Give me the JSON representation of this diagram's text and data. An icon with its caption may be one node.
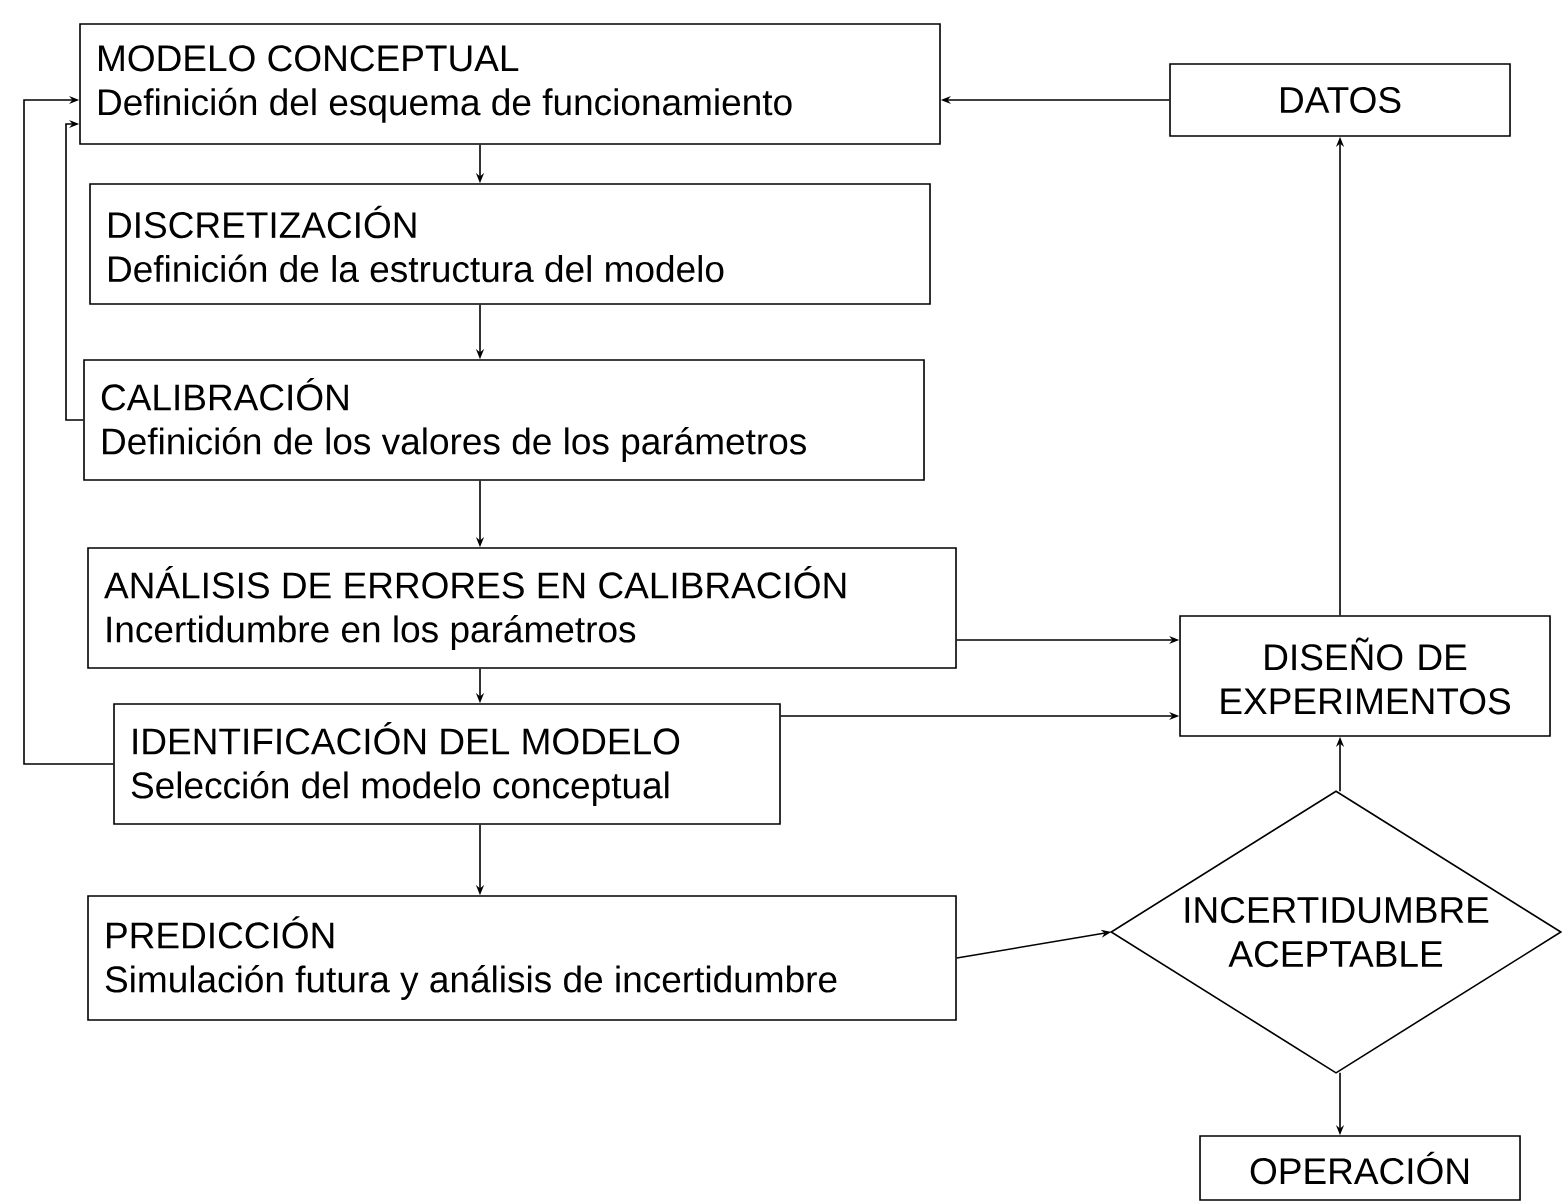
{
  "diagram": {
    "nodes": [
      {
        "text": [
          "MODELO CONCEPTUAL",
          "Definición del esquema de funcionamiento"
        ]
      },
      {
        "text": [
          "DISCRETIZACIÓN",
          "Definición de la estructura del modelo"
        ]
      },
      {
        "text": [
          "CALIBRACIÓN",
          "Definición de los valores de los parámetros"
        ]
      },
      {
        "text": [
          "ANÁLISIS DE ERRORES EN CALIBRACIÓN",
          "Incertidumbre en los parámetros"
        ]
      },
      {
        "text": [
          "IDENTIFICACIÓN DEL MODELO",
          "Selección del modelo conceptual"
        ]
      },
      {
        "text": [
          "PREDICCIÓN",
          "Simulación futura y análisis de incertidumbre"
        ]
      },
      {
        "text": [
          "DATOS"
        ]
      },
      {
        "text": [
          "DISEÑO DE EXPERIMENTOS"
        ]
      },
      {
        "text": [
          "INCERTIDUMBRE ACEPTABLE"
        ]
      },
      {
        "text": [
          "OPERACIÓN"
        ]
      }
    ],
    "edges": [
      {
        "from": 0,
        "to": 1,
        "arrow": "to"
      },
      {
        "from": 1,
        "to": 2,
        "arrow": "to"
      },
      {
        "from": 2,
        "to": 3,
        "arrow": "to"
      },
      {
        "from": 3,
        "to": 4,
        "arrow": "to"
      },
      {
        "from": 4,
        "to": 5,
        "arrow": "to"
      },
      {
        "from": 6,
        "to": 0,
        "arrow": "to"
      },
      {
        "from": 2,
        "to": 0,
        "arrow": "to"
      },
      {
        "from": 4,
        "to": 0,
        "arrow": "to"
      },
      {
        "from": 3,
        "to": 7,
        "arrow": "to"
      },
      {
        "from": 4,
        "to": 7,
        "arrow": "to"
      },
      {
        "from": 5,
        "to": 8,
        "arrow": "to"
      },
      {
        "from": 8,
        "to": 7,
        "arrow": "to"
      },
      {
        "from": 7,
        "to": 6,
        "arrow": "to"
      },
      {
        "from": 8,
        "to": 9,
        "arrow": "to"
      }
    ]
  }
}
